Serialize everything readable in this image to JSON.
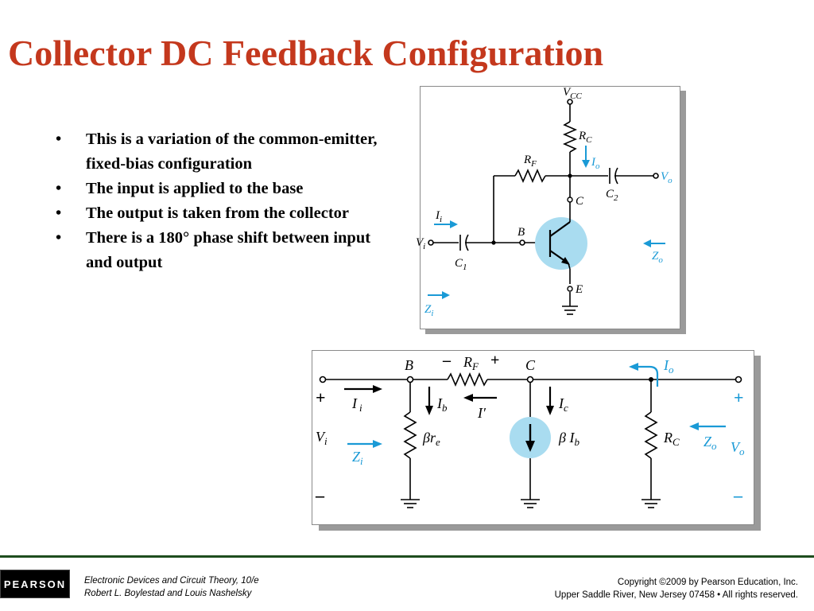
{
  "slide": {
    "title": "Collector DC Feedback Configuration",
    "bullets": [
      "This is a variation of the common-emitter, fixed-bias configuration",
      "The input is applied to the base",
      "The output is taken from the collector",
      "There is a 180° phase shift between input and output"
    ]
  },
  "circuit": {
    "vcc": "V",
    "vcc_sub": "CC",
    "rc": "R",
    "rc_sub": "C",
    "rf": "R",
    "rf_sub": "F",
    "io": "I",
    "io_sub": "o",
    "c2": "C",
    "c2_sub": "2",
    "vo": "V",
    "vo_sub": "o",
    "c_node": "C",
    "ii": "I",
    "ii_sub": "i",
    "b_node": "B",
    "vi": "V",
    "vi_sub": "i",
    "c1": "C",
    "c1_sub": "1",
    "zo": "Z",
    "zo_sub": "o",
    "e_node": "E",
    "zi": "Z",
    "zi_sub": "i"
  },
  "equivalent": {
    "b_node": "B",
    "rf_minus": "–",
    "rf": "R",
    "rf_sub": "F",
    "rf_plus": "+",
    "c_node": "C",
    "io": "I",
    "io_sub": "o",
    "plus_left": "+",
    "plus_right": "+",
    "ii": "I",
    "ii_sub": "i",
    "ib": "I",
    "ib_sub": "b",
    "iprime": "I′",
    "ic": "I",
    "ic_sub": "c",
    "vi": "V",
    "vi_sub": "i",
    "beta_re": "βr",
    "beta_re_sub": "e",
    "beta_ib": "β I",
    "beta_ib_sub": "b",
    "rc": "R",
    "rc_sub": "C",
    "zo": "Z",
    "zo_sub": "o",
    "vo": "V",
    "vo_sub": "o",
    "zi": "Z",
    "zi_sub": "i",
    "minus_left": "–",
    "minus_right": "–"
  },
  "footer": {
    "logo": "PEARSON",
    "book_line1": "Electronic Devices and Circuit Theory, 10/e",
    "book_line2": "Robert L. Boylestad and Louis Nashelsky",
    "copyright_line1": "Copyright ©2009 by Pearson Education, Inc.",
    "copyright_line2": "Upper Saddle River, New Jersey 07458 • All rights reserved."
  },
  "colors": {
    "title": "#c4381d",
    "accent_blue": "#1a9ad6",
    "transistor_fill": "#a9dcf0",
    "footer_line": "#1e4d1e"
  }
}
